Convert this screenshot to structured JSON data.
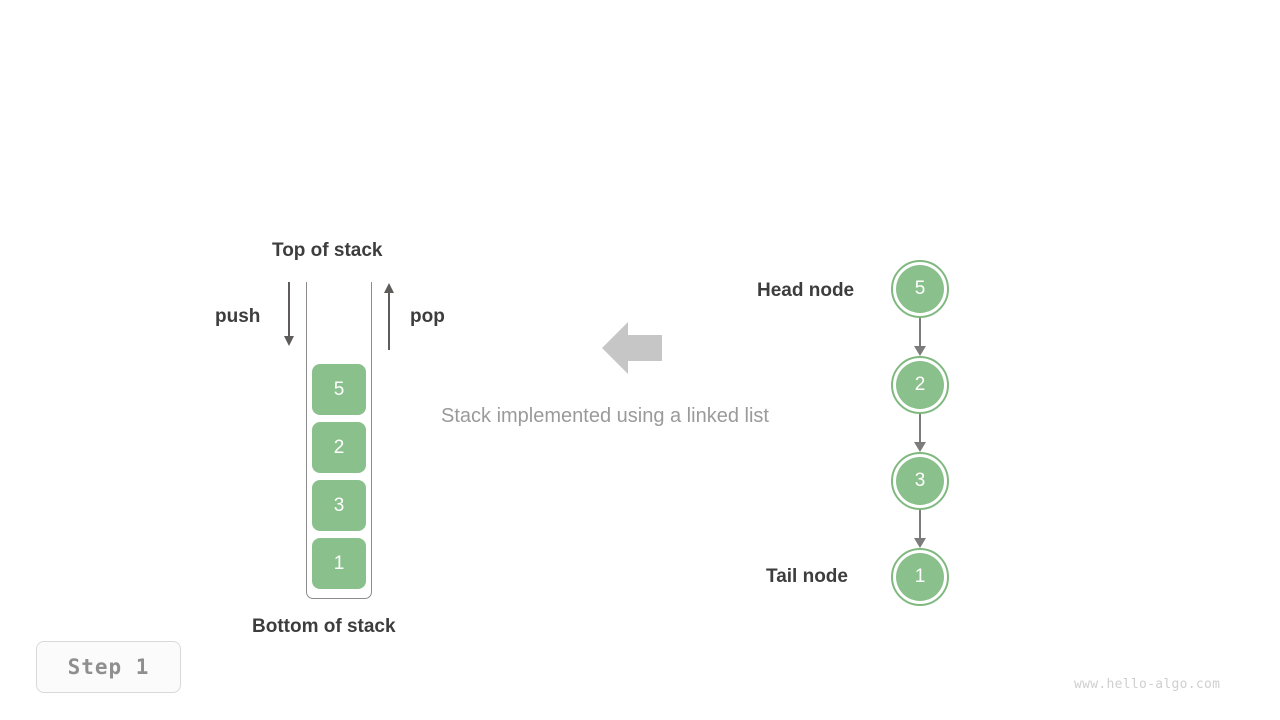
{
  "diagram": {
    "caption": "Stack implemented using a linked list",
    "step_badge": "Step 1",
    "watermark": "www.hello-algo.com",
    "colors": {
      "node_fill": "#8ac08b",
      "node_ring": "#7fb980",
      "arrow_gray": "#5f5b5b",
      "link_gray": "#7c7c7c",
      "big_arrow": "#c6c6c6",
      "text_dark": "#3d3d3d",
      "text_gray": "#9a9a9a",
      "badge_text": "#8f8f8f"
    }
  },
  "stack": {
    "top_label": "Top of stack",
    "bottom_label": "Bottom of stack",
    "push_label": "push",
    "pop_label": "pop",
    "items": [
      {
        "value": "5"
      },
      {
        "value": "2"
      },
      {
        "value": "3"
      },
      {
        "value": "1"
      }
    ]
  },
  "linked_list": {
    "head_label": "Head node",
    "tail_label": "Tail node",
    "nodes": [
      {
        "value": "5"
      },
      {
        "value": "2"
      },
      {
        "value": "3"
      },
      {
        "value": "1"
      }
    ]
  },
  "icons": {
    "push_arrow": "arrow-down-icon",
    "pop_arrow": "arrow-up-icon",
    "transform_arrow": "arrow-left-block-icon",
    "link_arrow": "arrow-down-icon"
  }
}
